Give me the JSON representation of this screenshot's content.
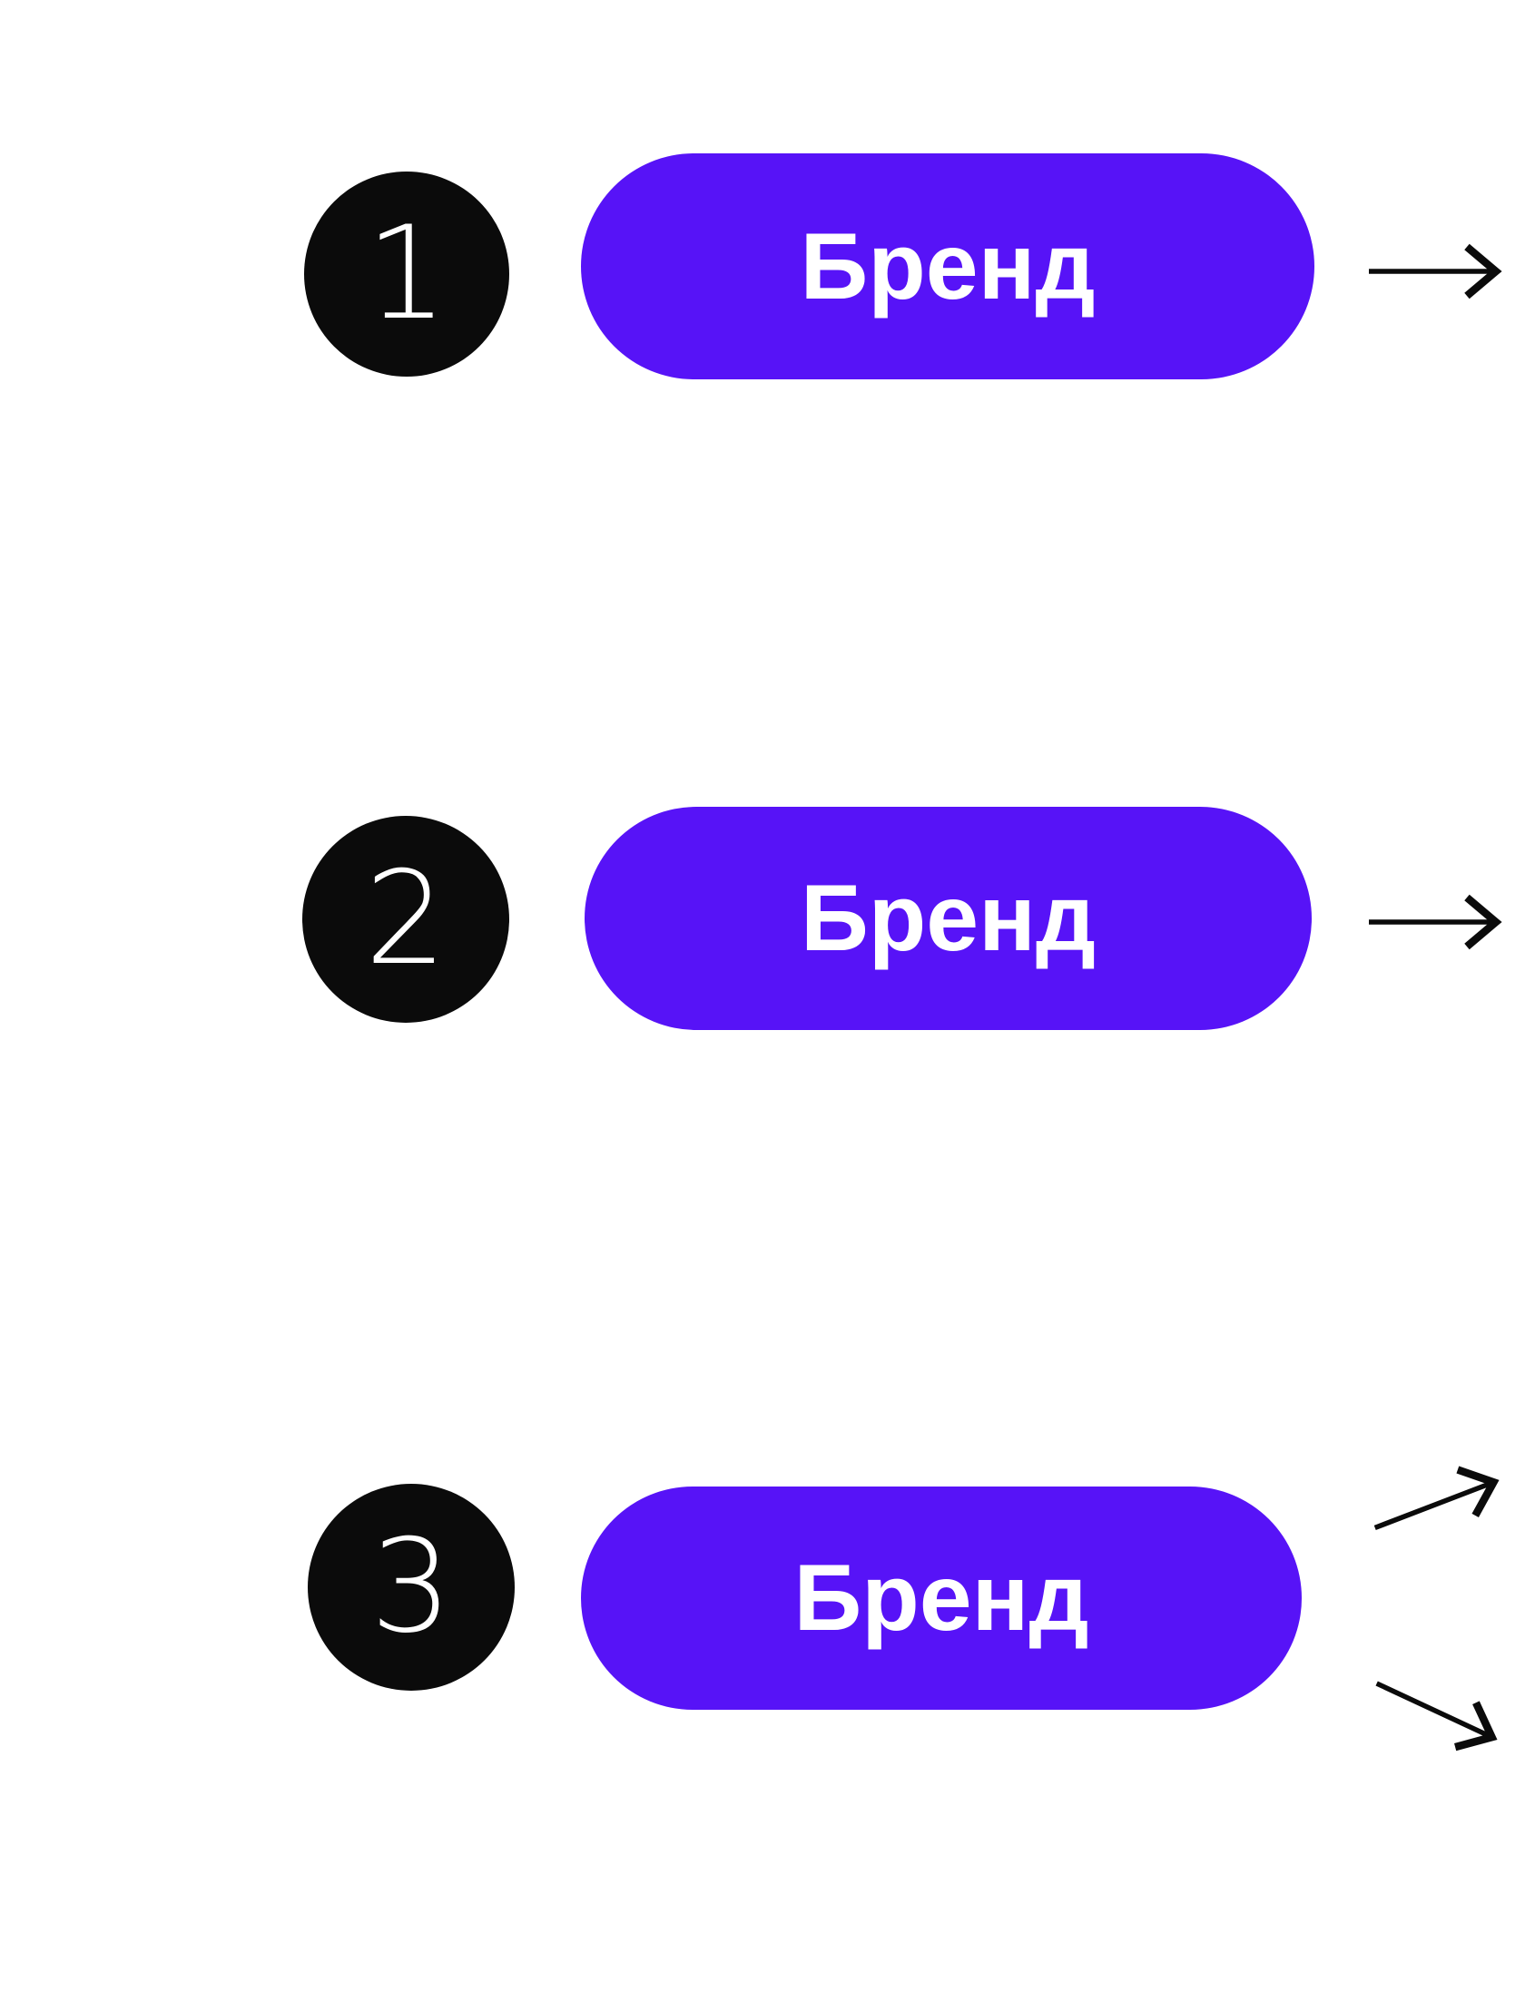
{
  "canvas": {
    "background": "#ffffff"
  },
  "colors": {
    "pill_fill": "#5713f7",
    "pill_text": "#ffffff",
    "badge_fill": "#0b0b0b",
    "badge_text": "#ffffff",
    "arrow_stroke": "#0b0b0b"
  },
  "steps": [
    {
      "number": "1",
      "label": "Бренд"
    },
    {
      "number": "2",
      "label": "Бренд"
    },
    {
      "number": "3",
      "label": "Бренд"
    }
  ]
}
